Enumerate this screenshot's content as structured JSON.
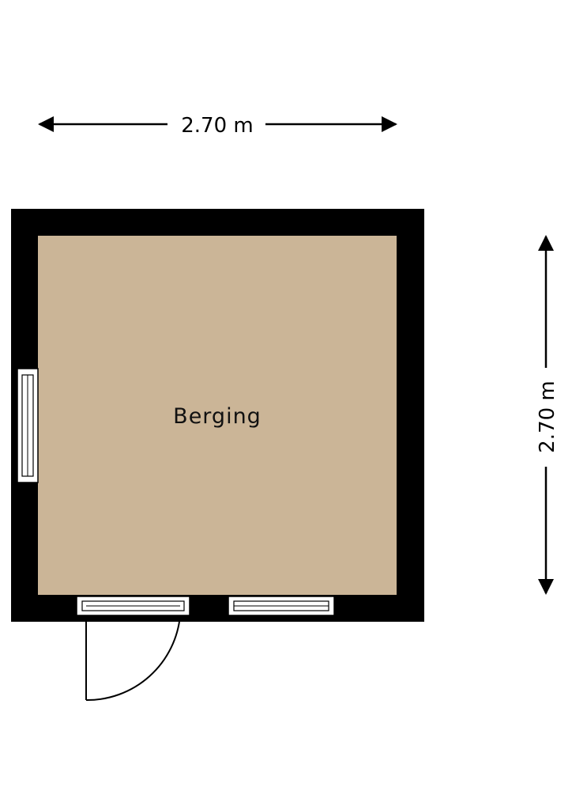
{
  "dimensions": {
    "width_label": "2.70 m",
    "height_label": "2.70 m"
  },
  "room": {
    "name": "Berging"
  },
  "colors": {
    "floor": "#cbb597",
    "wall": "#000000",
    "window_frame": "#ffffff",
    "line": "#000000"
  }
}
